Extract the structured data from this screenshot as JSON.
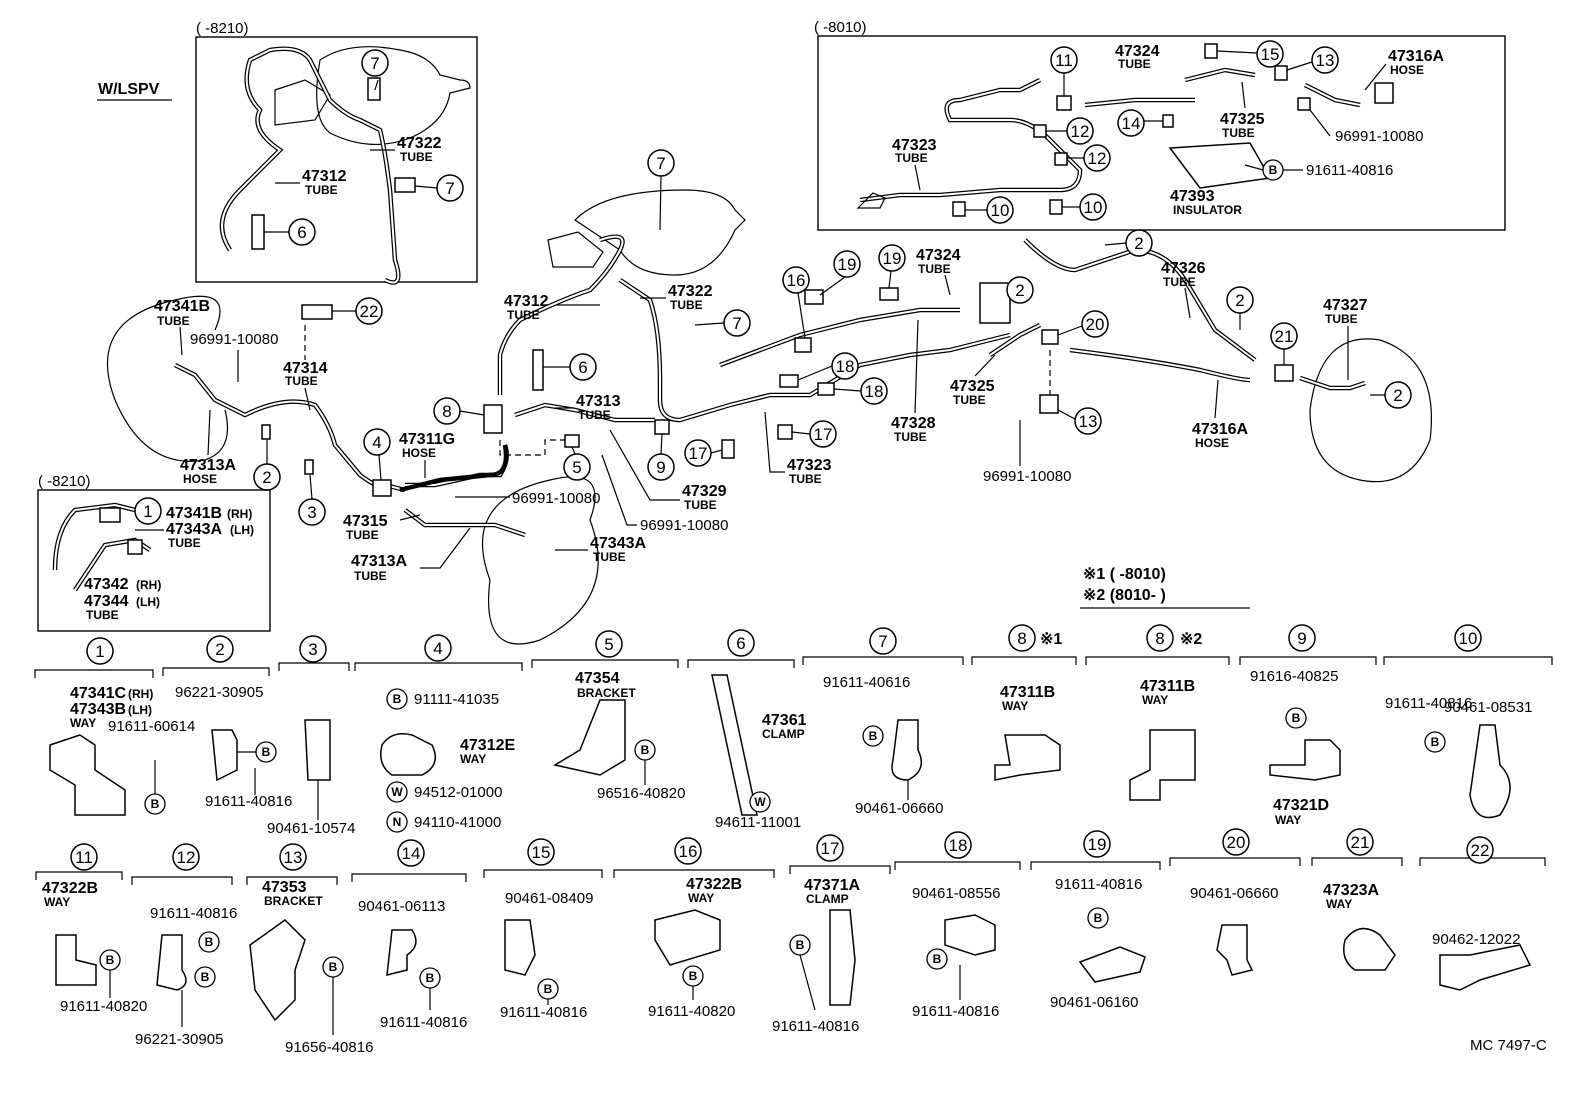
{
  "diagram": {
    "code": "MC  7497-C",
    "wlspv_label": "W/LSPV",
    "inset_topleft_range": "(      -8210)",
    "inset_topright_range": "(      -8010)",
    "inset_left_range": "(      -8210)",
    "notes": {
      "n1": "※1 (      -8010)",
      "n2": "※2 (8010-      )"
    },
    "circled_numbers": [
      "1",
      "2",
      "3",
      "4",
      "5",
      "6",
      "7",
      "8",
      "9",
      "10",
      "11",
      "12",
      "13",
      "14",
      "15",
      "16",
      "17",
      "18",
      "19",
      "20",
      "21",
      "22"
    ],
    "bolt_letter": "B",
    "washer_letter": "W",
    "nut_letter": "N",
    "main_parts": {
      "p47341B": "47341B",
      "tube1": "TUBE",
      "p96991a": "96991-10080",
      "p47314": "47314",
      "tube2": "TUBE",
      "p47313A": "47313A",
      "hose1": "HOSE",
      "p47311G": "47311G",
      "hose2": "HOSE",
      "p47315": "47315",
      "tube3": "TUBE",
      "p47313A2": "47313A",
      "tube4": "TUBE",
      "p47343A": "47343A",
      "tube5": "TUBE",
      "p47312": "47312",
      "tube6": "TUBE",
      "p47322": "47322",
      "tube7": "TUBE",
      "p47313": "47313",
      "tube8": "TUBE",
      "p96991b": "96991-10080",
      "p47329": "47329",
      "tube9": "TUBE",
      "p96991c": "96991-10080",
      "p47323": "47323",
      "tube10": "TUBE",
      "p47324": "47324",
      "tube11": "TUBE",
      "p47328": "47328",
      "tube12": "TUBE",
      "p47325": "47325",
      "tube13": "TUBE",
      "p47326": "47326",
      "tube14": "TUBE",
      "p47327": "47327",
      "tube15": "TUBE",
      "p47316A": "47316A",
      "hose3": "HOSE",
      "p96991d": "96991-10080"
    },
    "inset_tl": {
      "p47322": "47322",
      "tube_a": "TUBE",
      "p47312": "47312",
      "tube_b": "TUBE"
    },
    "inset_tr": {
      "p47324": "47324",
      "tube_a": "TUBE",
      "p47316A": "47316A",
      "hose": "HOSE",
      "p47325": "47325",
      "tube_b": "TUBE",
      "p96991": "96991-10080",
      "p47323": "47323",
      "tube_c": "TUBE",
      "p91611": "91611-40816",
      "p47393": "47393",
      "insulator": "INSULATOR"
    },
    "inset_left": {
      "p47341B": "47341B",
      "rh": "(RH)",
      "p47343A": "47343A",
      "lh": "(LH)",
      "tube_a": "TUBE",
      "p47342": "47342",
      "rh2": "(RH)",
      "p47344": "47344",
      "lh2": "(LH)",
      "tube_b": "TUBE"
    },
    "legend": {
      "c1": {
        "a": "47341C",
        "ar": "(RH)",
        "b": "47343B",
        "bl": "(LH)",
        "way": "WAY",
        "bolt": "91611-60614"
      },
      "c2": {
        "a": "96221-30905",
        "b": "91611-40816"
      },
      "c3": {
        "a": "90461-10574"
      },
      "c4": {
        "a": "91111-41035",
        "b": "47312E",
        "way": "WAY",
        "c": "94512-01000",
        "d": "94110-41000"
      },
      "c5": {
        "a": "47354",
        "br": "BRACKET",
        "b": "96516-40820"
      },
      "c6": {
        "a": "47361",
        "cl": "CLAMP",
        "b": "94611-11001"
      },
      "c7": {
        "a": "91611-40616",
        "b": "90461-06660"
      },
      "c8a": {
        "mark": "※1",
        "a": "47311B",
        "way": "WAY"
      },
      "c8b": {
        "mark": "※2",
        "a": "47311B",
        "way": "WAY"
      },
      "c9": {
        "a": "91616-40825",
        "b": "47321D",
        "way": "WAY"
      },
      "c10": {
        "a": "90461-08531",
        "b": "91611-40816"
      },
      "c11": {
        "a": "47322B",
        "way": "WAY",
        "b": "91611-40820"
      },
      "c12": {
        "a": "91611-40816",
        "b": "96221-30905"
      },
      "c13": {
        "a": "47353",
        "br": "BRACKET",
        "b": "91656-40816"
      },
      "c14": {
        "a": "90461-06113",
        "b": "91611-40816"
      },
      "c15": {
        "a": "90461-08409",
        "b": "91611-40816"
      },
      "c16": {
        "a": "47322B",
        "way": "WAY",
        "b": "91611-40820"
      },
      "c17": {
        "a": "47371A",
        "cl": "CLAMP",
        "b": "91611-40816"
      },
      "c18": {
        "a": "90461-08556",
        "b": "91611-40816"
      },
      "c19": {
        "a": "91611-40816",
        "b": "90461-06160"
      },
      "c20": {
        "a": "90461-06660"
      },
      "c21": {
        "a": "47323A",
        "way": "WAY"
      },
      "c22": {
        "a": "90462-12022"
      }
    }
  }
}
